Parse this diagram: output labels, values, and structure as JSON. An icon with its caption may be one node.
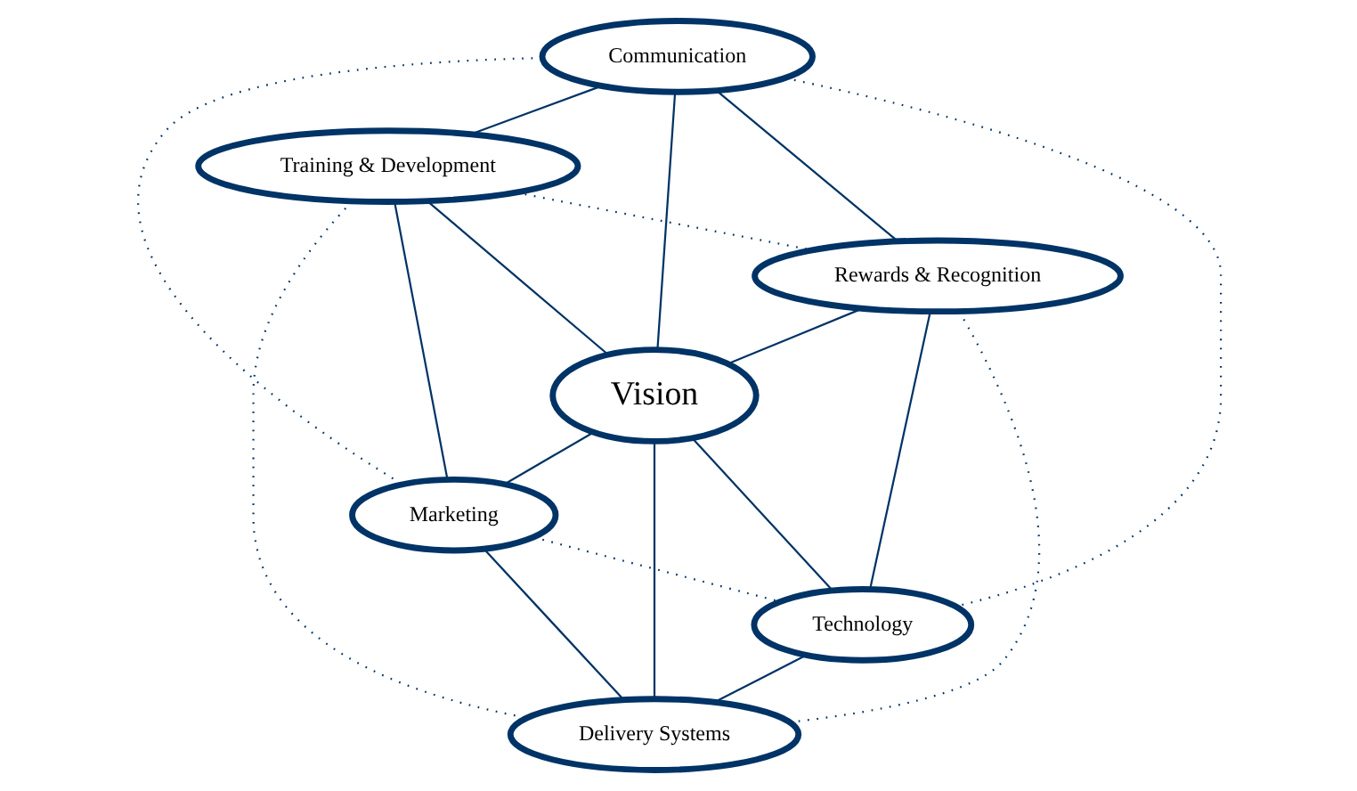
{
  "diagram": {
    "nodes": [
      {
        "text": [
          "Communication"
        ]
      },
      {
        "text": [
          "Training & Development"
        ]
      },
      {
        "text": [
          "Rewards & Recognition"
        ]
      },
      {
        "text": [
          "Vision"
        ]
      },
      {
        "text": [
          "Marketing"
        ]
      },
      {
        "text": [
          "Technology"
        ]
      },
      {
        "text": [
          "Delivery Systems"
        ]
      }
    ],
    "edges": [
      {
        "from": 0,
        "to": 1,
        "arrow": "none"
      },
      {
        "from": 0,
        "to": 2,
        "arrow": "none"
      },
      {
        "from": 0,
        "to": 3,
        "arrow": "none"
      },
      {
        "from": 1,
        "to": 2,
        "arrow": "none",
        "style": "dashed"
      },
      {
        "from": 1,
        "to": 3,
        "arrow": "none"
      },
      {
        "from": 2,
        "to": 3,
        "arrow": "none"
      },
      {
        "from": 0,
        "to": 4,
        "arrow": "none",
        "style": "dashed"
      },
      {
        "from": 0,
        "to": 5,
        "arrow": "none",
        "style": "dashed"
      },
      {
        "from": 1,
        "to": 4,
        "arrow": "none"
      },
      {
        "from": 2,
        "to": 5,
        "arrow": "none"
      },
      {
        "from": 1,
        "to": 6,
        "arrow": "none",
        "style": "dashed"
      },
      {
        "from": 2,
        "to": 6,
        "arrow": "none",
        "style": "dashed"
      },
      {
        "from": 3,
        "to": 4,
        "arrow": "none"
      },
      {
        "from": 3,
        "to": 5,
        "arrow": "none"
      },
      {
        "from": 3,
        "to": 6,
        "arrow": "none"
      },
      {
        "from": 4,
        "to": 5,
        "arrow": "none",
        "style": "dashed"
      },
      {
        "from": 4,
        "to": 6,
        "arrow": "none"
      },
      {
        "from": 5,
        "to": 6,
        "arrow": "none"
      }
    ]
  }
}
